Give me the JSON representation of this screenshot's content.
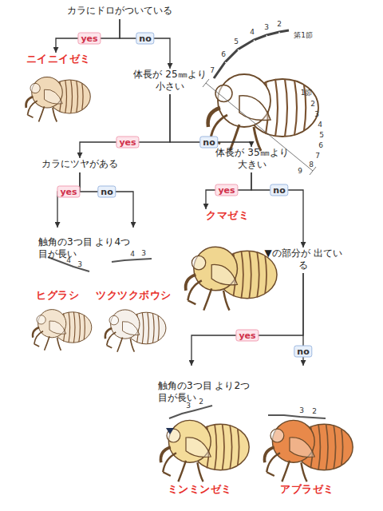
{
  "diagram": {
    "nodes": [
      {
        "text": [
          "カラにドロがついている"
        ]
      },
      {
        "text": [
          "ニイニイゼミ"
        ]
      },
      {
        "text": [
          "体長が 25㎜より小さい"
        ]
      },
      {
        "text": [
          "カラにツヤがある"
        ]
      },
      {
        "text": [
          "体長が 35㎜より大きい"
        ]
      },
      {
        "text": [
          "ヒグラシ"
        ]
      },
      {
        "text": [
          "ツクツクボウシ"
        ]
      },
      {
        "text": [
          "クマゼミ"
        ]
      },
      {
        "text": [
          "▼の部分が 出ている"
        ]
      },
      {
        "text": [
          "ミンミンゼミ"
        ]
      },
      {
        "text": [
          "アブラゼミ"
        ]
      }
    ],
    "edges": [
      {
        "from": 0,
        "to": 1,
        "label": "yes",
        "arrow": "to"
      },
      {
        "from": 0,
        "to": 2,
        "label": "no",
        "arrow": "to"
      },
      {
        "from": 2,
        "to": 3,
        "label": "yes",
        "arrow": "to"
      },
      {
        "from": 2,
        "to": 4,
        "label": "no",
        "arrow": "to"
      },
      {
        "from": 3,
        "to": 5,
        "label": "yes",
        "arrow": "to"
      },
      {
        "from": 3,
        "to": 6,
        "label": "no",
        "arrow": "to"
      },
      {
        "from": 4,
        "to": 7,
        "label": "yes",
        "arrow": "to"
      },
      {
        "from": 4,
        "to": 8,
        "label": "no",
        "arrow": "to"
      },
      {
        "from": 8,
        "to": 9,
        "label": "yes",
        "arrow": "to"
      },
      {
        "from": 8,
        "to": 10,
        "label": "no",
        "arrow": "to"
      }
    ],
    "labels": [
      "触角の3つ目 より4つ目が長い",
      "触角の3つ目 より2つ目が長い",
      "7",
      "6",
      "5",
      "4",
      "3",
      "2",
      "第1節",
      "1節",
      "2",
      "3",
      "4",
      "5",
      "6",
      "7",
      "8",
      "9",
      "4",
      "3",
      "4",
      "3",
      "3",
      "2",
      "3",
      "2"
    ]
  }
}
